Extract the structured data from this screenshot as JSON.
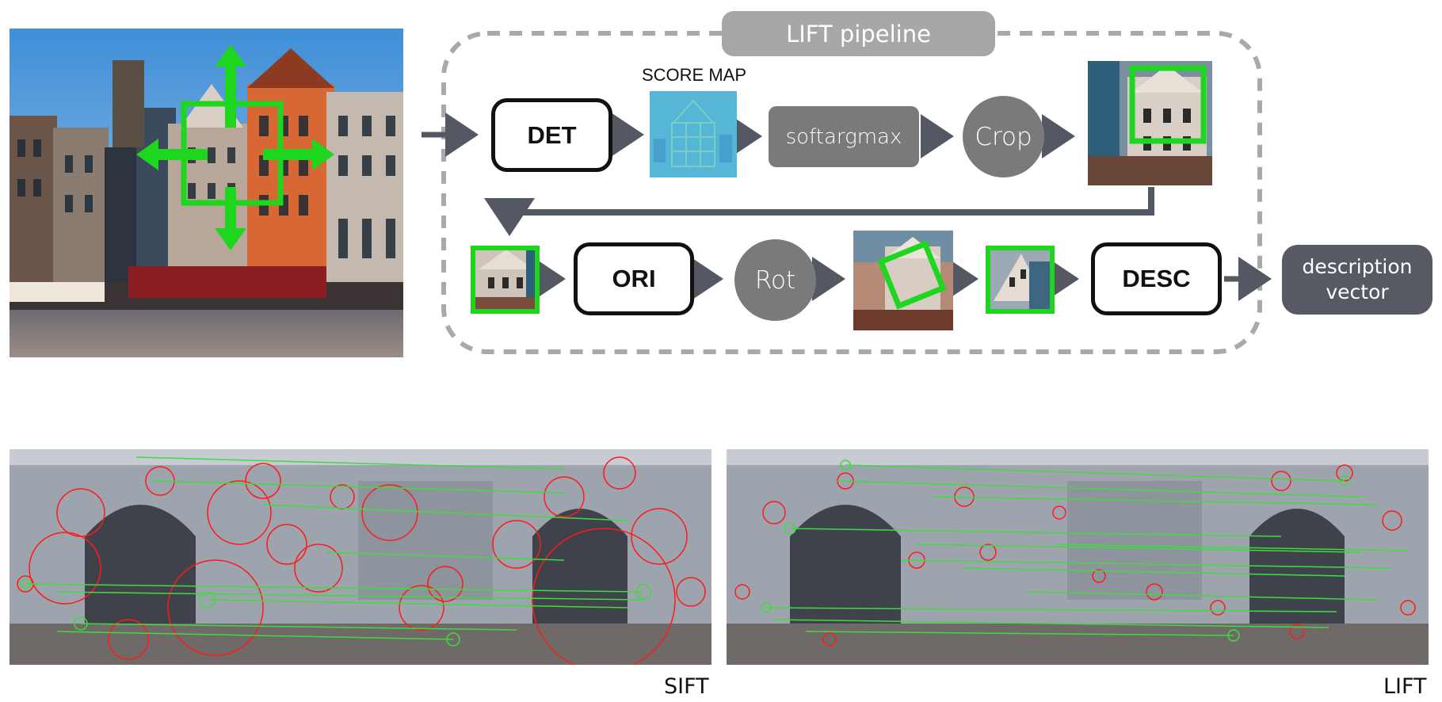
{
  "pipeline": {
    "title": "LIFT pipeline",
    "score_map_label": "SCORE MAP",
    "nodes": {
      "det": "DET",
      "softargmax": "softargmax",
      "crop": "Crop",
      "ori": "ORI",
      "rot": "Rot",
      "desc": "DESC"
    },
    "output": {
      "line1": "description",
      "line2": "vector"
    }
  },
  "comparison": {
    "left_caption": "SIFT",
    "right_caption": "LIFT"
  },
  "colors": {
    "arrow": "#545862",
    "dashed_border": "#a9a9a9",
    "keypoint_box": "#2ecc2e",
    "detection_red": "#ff1a1a",
    "match_green": "#3ddc3d"
  }
}
